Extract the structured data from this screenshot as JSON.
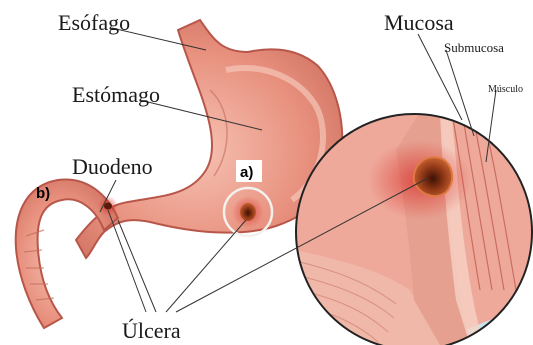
{
  "labels": {
    "esofago": "Esófago",
    "estomago": "Estómago",
    "duodeno": "Duodeno",
    "ulcera": "Úlcera",
    "mucosa": "Mucosa",
    "submucosa": "Submucosa",
    "musculo": "Músculo",
    "marker_a": "a)",
    "marker_b": "b)"
  },
  "colors": {
    "stomach_fill": "#e8907e",
    "stomach_edge": "#b8564a",
    "stomach_inner": "#f3b3a3",
    "ulcer_dark": "#6b2410",
    "ulcer_mid": "#c75a2a",
    "detail_bg": "#c9e4ec",
    "leader_line": "#333333"
  }
}
